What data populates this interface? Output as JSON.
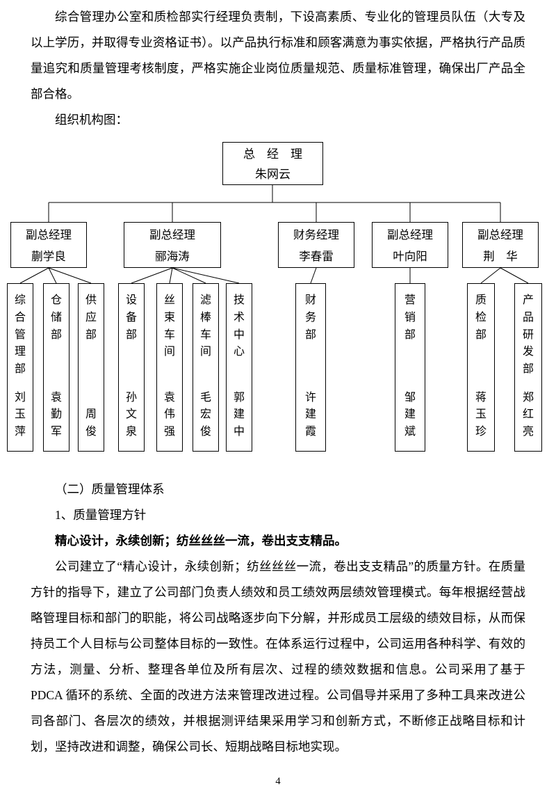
{
  "doc": {
    "para1": "综合管理办公室和质检部实行经理负责制，下设高素质、专业化的管理员队伍（大专及以上学历，并取得专业资格证书）。以产品执行标准和顾客满意为事实依据，严格执行产品质量追究和质量管理考核制度，严格实施企业岗位质量规范、质量标准管理，确保出厂产品全部合格。",
    "org_chart_label": "组织机构图：",
    "section_heading": "（二）质量管理体系",
    "sub_heading": "1、质量管理方针",
    "policy": "精心设计，永续创新；纺丝丝丝一流，卷出支支精品。",
    "para2": "公司建立了“精心设计，永续创新；纺丝丝丝一流，卷出支支精品”的质量方针。在质量方针的指导下，建立了公司部门负责人绩效和员工绩效两层绩效管理模式。每年根据经营战略管理目标和部门的职能，将公司战略逐步向下分解，并形成员工层级的绩效目标，从而保持员工个人目标与公司整体目标的一致性。在体系运行过程中，公司运用各种科学、有效的方法，测量、分析、整理各单位及所有层次、过程的绩效数据和信息。公司采用了基于 PDCA 循环的系统、全面的改进方法来管理改进过程。公司倡导并采用了多种工具来改进公司各部门、各层次的绩效，并根据测评结果采用学习和创新方式，不断修正战略目标和计划，坚持改进和调整，确保公司长、短期战略目标地实现。",
    "page_number": "4"
  },
  "org": {
    "top": {
      "title": "总　经　理",
      "name": "朱网云"
    },
    "managers": [
      {
        "title": "副总经理",
        "name": "蒯学良"
      },
      {
        "title": "副总经理",
        "name": "郦海涛"
      },
      {
        "title": "财务经理",
        "name": "李春雷"
      },
      {
        "title": "副总经理",
        "name": "叶向阳"
      },
      {
        "title": "副总经理",
        "name": "荆　华"
      }
    ],
    "departments": [
      {
        "dept": "综合管理部",
        "person": "刘玉萍"
      },
      {
        "dept": "仓储部",
        "person": "袁勤军"
      },
      {
        "dept": "供应部",
        "person": "周俊"
      },
      {
        "dept": "设备部",
        "person": "孙文泉"
      },
      {
        "dept": "丝束车间",
        "person": "袁伟强"
      },
      {
        "dept": "滤棒车间",
        "person": "毛宏俊"
      },
      {
        "dept": "技术中心",
        "person": "郭建中"
      },
      {
        "dept": "财务部",
        "person": "许建霞"
      },
      {
        "dept": "营销部",
        "person": "邹建斌"
      },
      {
        "dept": "质检部",
        "person": "蒋玉珍"
      },
      {
        "dept": "产品研发部",
        "person": "郑红亮"
      }
    ]
  }
}
